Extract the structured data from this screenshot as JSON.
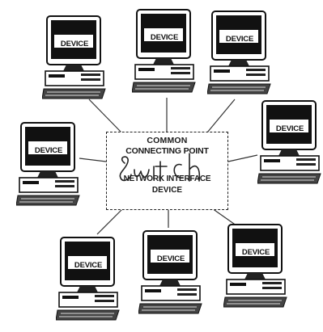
{
  "hub": {
    "line1": "COMMON",
    "line2": "CONNECTING POINT",
    "line3": "NETWORK INTERFACE",
    "line4": "DEVICE",
    "handwriting": "Switch"
  },
  "devices": [
    {
      "label": "DEVICE"
    },
    {
      "label": "DEVICE"
    },
    {
      "label": "DEVICE"
    },
    {
      "label": "DEVICE"
    },
    {
      "label": "DEVICE"
    },
    {
      "label": "DEVICE"
    },
    {
      "label": "DEVICE"
    },
    {
      "label": "DEVICE"
    }
  ]
}
